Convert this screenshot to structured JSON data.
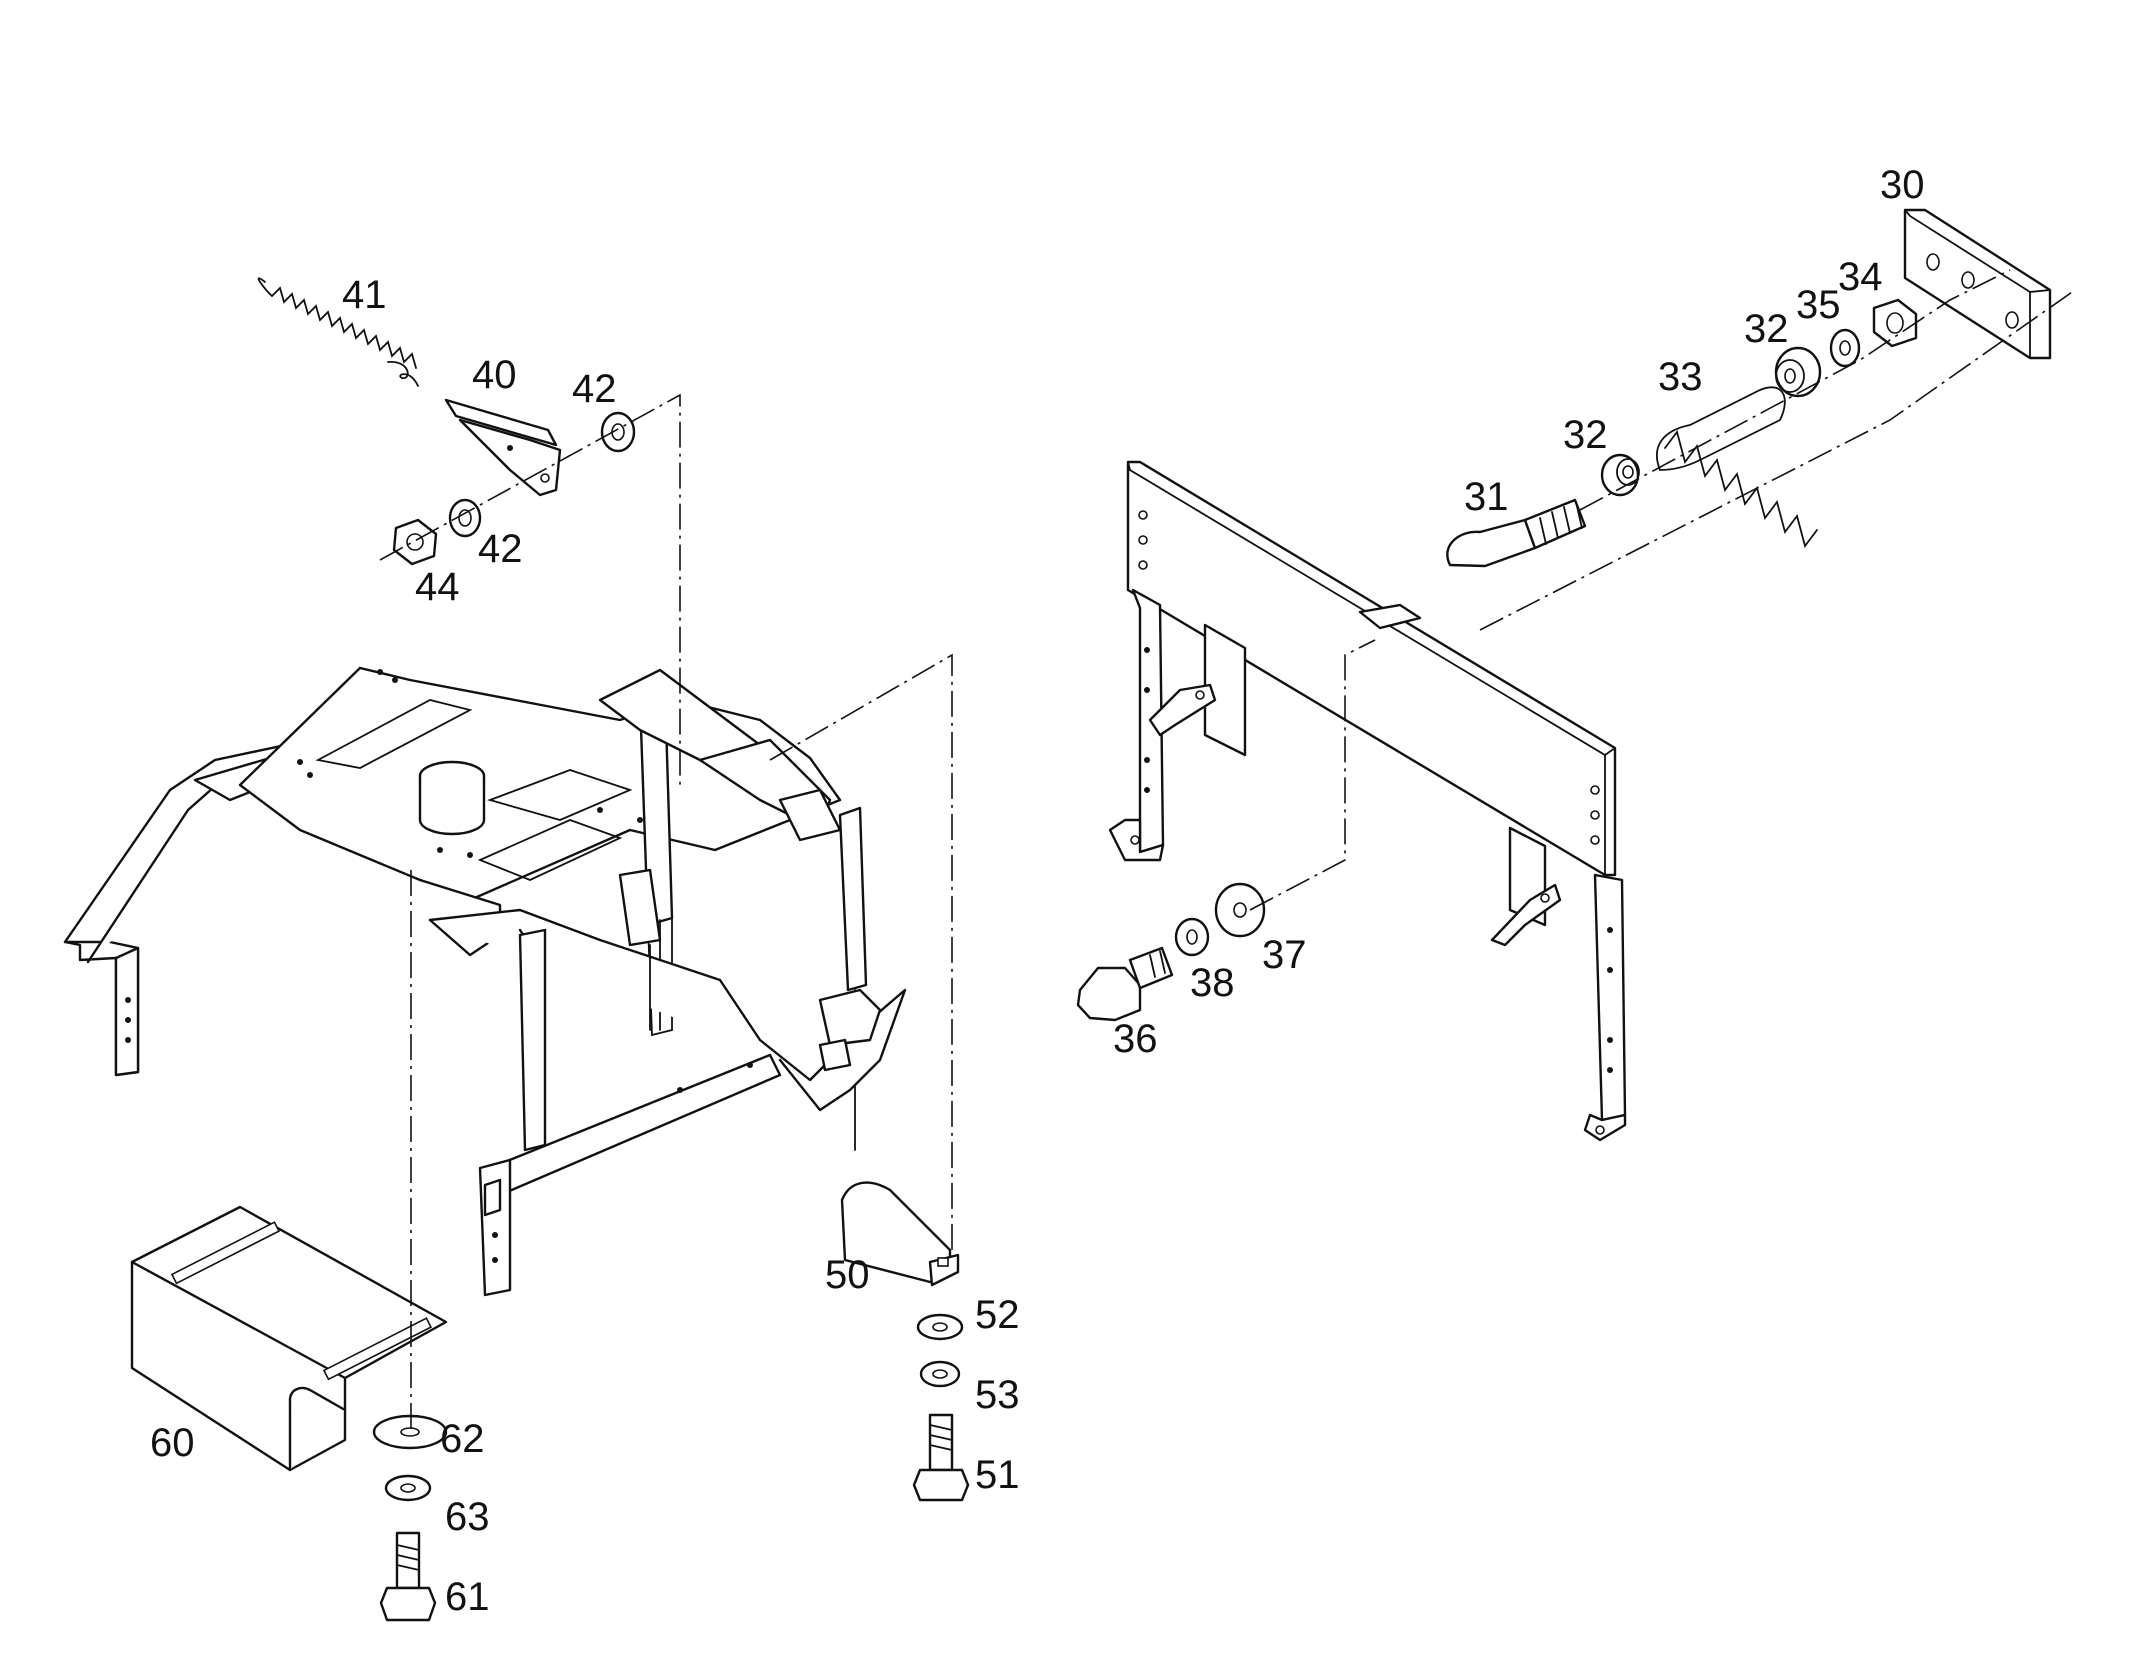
{
  "callouts": {
    "p30": "30",
    "p31": "31",
    "p32a": "32",
    "p32b": "32",
    "p33": "33",
    "p34": "34",
    "p35": "35",
    "p36": "36",
    "p37": "37",
    "p38": "38",
    "p40": "40",
    "p41": "41",
    "p42a": "42",
    "p42b": "42",
    "p44": "44",
    "p50": "50",
    "p51": "51",
    "p52": "52",
    "p53": "53",
    "p60": "60",
    "p61": "61",
    "p62": "62",
    "p63": "63"
  },
  "colors": {
    "line": "#111111",
    "background": "#ffffff"
  }
}
